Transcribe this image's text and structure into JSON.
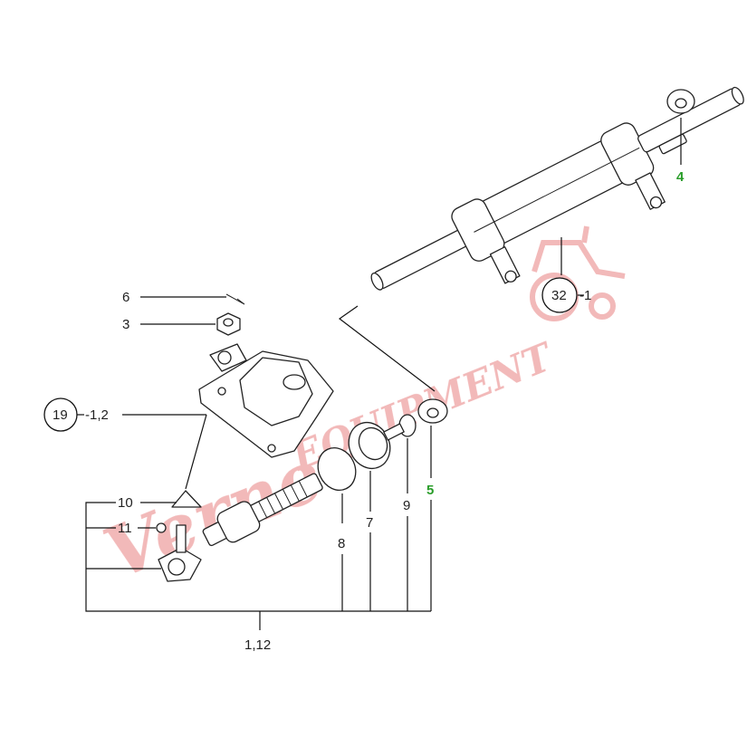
{
  "colors": {
    "line": "#111111",
    "label": "#222222",
    "highlight": "#2a9d2a",
    "watermark": "#e88080"
  },
  "labels": {
    "p4": "4",
    "p32": "32",
    "p32_suffix": "-1",
    "p6": "6",
    "p3": "3",
    "p19": "19",
    "p19_suffix": "-1,2",
    "p10": "10",
    "p11": "11",
    "p5": "5",
    "p9": "9",
    "p7": "7",
    "p8": "8",
    "p112": "1,12"
  },
  "watermark": {
    "text": "Verne",
    "text2": "EQUIPMENT",
    "icon": "tractor-icon"
  }
}
